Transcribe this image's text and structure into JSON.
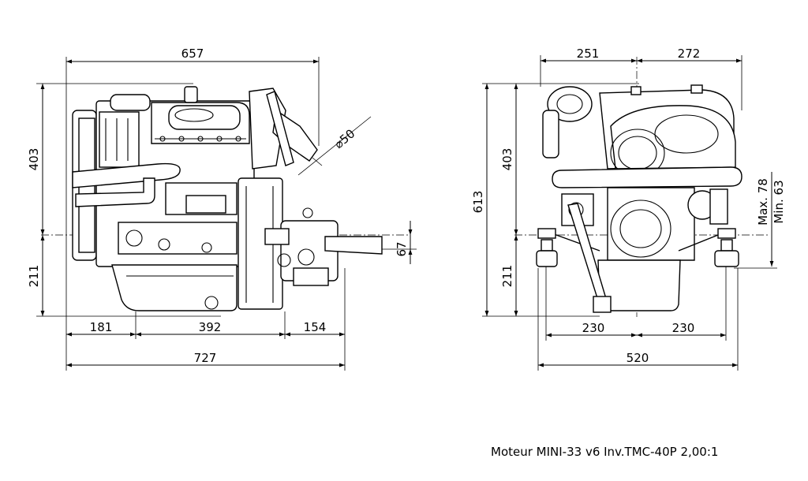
{
  "caption": "Moteur MINI-33 v6 Inv.TMC-40P 2,00:1",
  "side_view": {
    "total_width_top": "657",
    "height_upper": "403",
    "height_lower": "211",
    "exhaust_diameter": "⌀50",
    "seg_rear": "181",
    "seg_middle": "392",
    "seg_gearbox": "154",
    "total_length": "727",
    "shaft_offset": "67"
  },
  "front_view": {
    "width_left": "251",
    "width_right": "272",
    "total_height": "613",
    "height_upper": "403",
    "height_lower": "211",
    "incline_max": "Max. 78",
    "incline_min": "Min. 63",
    "mount_left": "230",
    "mount_right": "230",
    "total_width": "520"
  }
}
